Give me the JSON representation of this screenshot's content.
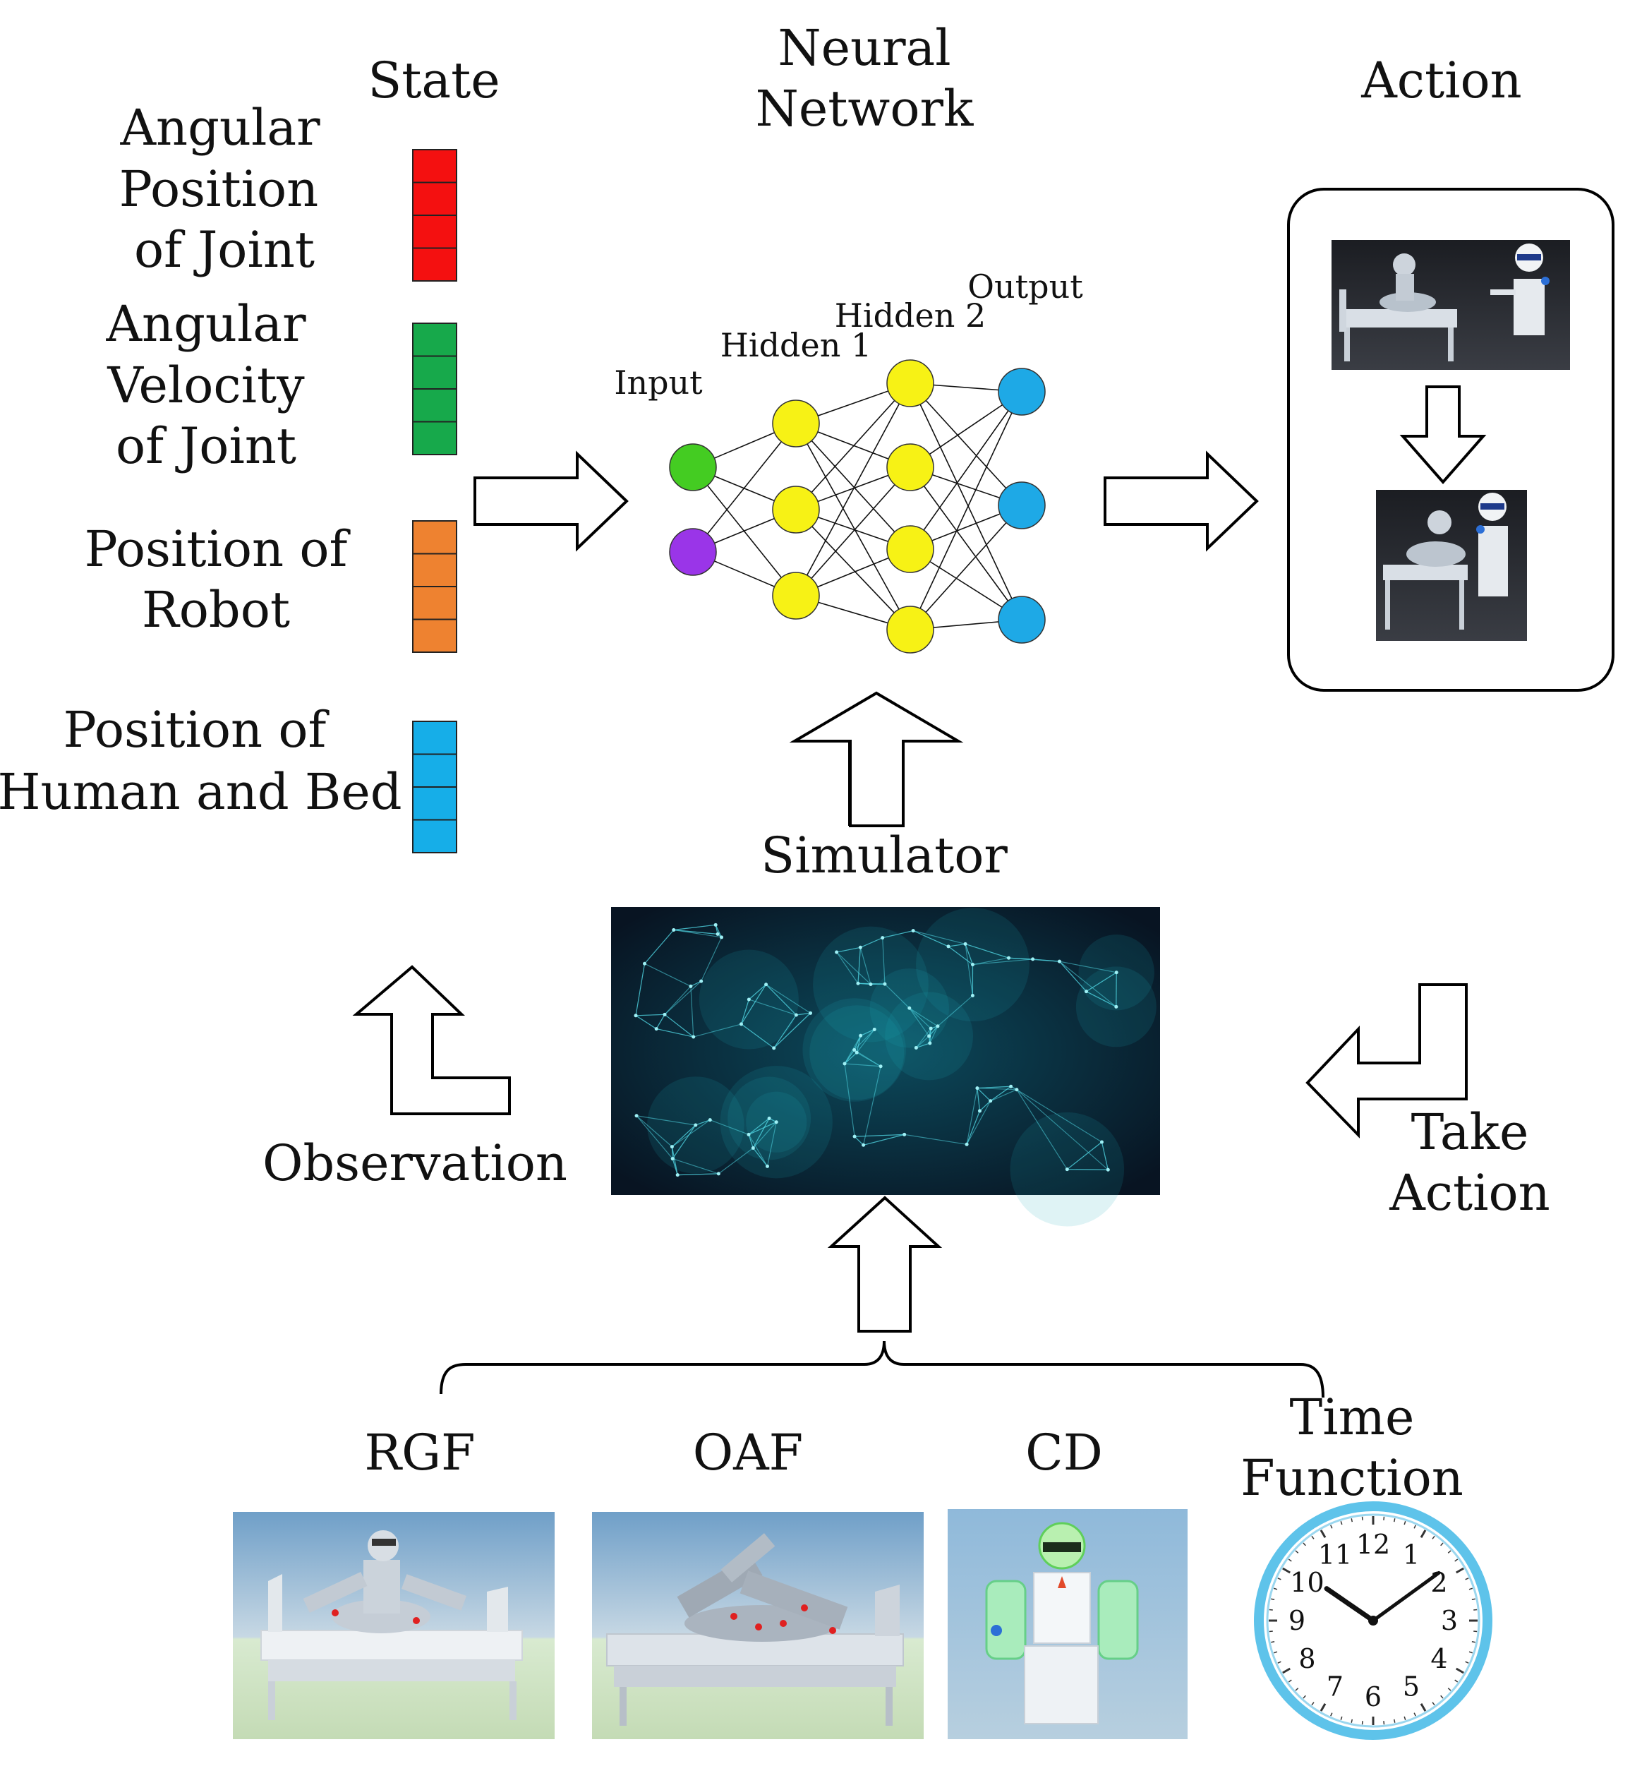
{
  "state": {
    "title": "State",
    "groups": [
      {
        "label_lines": [
          "Angular",
          "Position",
          "of Joint"
        ],
        "color": "#f41010"
      },
      {
        "label_lines": [
          "Angular",
          "Velocity",
          "of Joint"
        ],
        "color": "#17a94b"
      },
      {
        "label_lines": [
          "Position of",
          "Robot"
        ],
        "color": "#ee8230"
      },
      {
        "label_lines": [
          "Position of",
          "Human and Bed"
        ],
        "color": "#16aee8"
      }
    ]
  },
  "network": {
    "title_lines": [
      "Neural",
      "Network"
    ],
    "layers": [
      {
        "label": "Input",
        "nodes": 2,
        "colors": [
          "#44cc22",
          "#9a35e8"
        ]
      },
      {
        "label": "Hidden 1",
        "nodes": 3,
        "colors": [
          "#f7f215"
        ]
      },
      {
        "label": "Hidden 2",
        "nodes": 4,
        "colors": [
          "#f7f215"
        ]
      },
      {
        "label": "Output",
        "nodes": 3,
        "colors": [
          "#1ea9e6"
        ]
      }
    ]
  },
  "action": {
    "title": "Action"
  },
  "simulator": {
    "label": "Simulator"
  },
  "observation": {
    "label": "Observation"
  },
  "take_action": {
    "label_lines": [
      "Take",
      "Action"
    ]
  },
  "reward_functions": [
    {
      "label_lines": [
        "RGF"
      ]
    },
    {
      "label_lines": [
        "OAF"
      ]
    },
    {
      "label_lines": [
        "CD"
      ]
    },
    {
      "label_lines": [
        "Time",
        "Function"
      ]
    }
  ],
  "clock": {
    "numerals": [
      "12",
      "1",
      "2",
      "3",
      "4",
      "5",
      "6",
      "7",
      "8",
      "9",
      "10",
      "11"
    ],
    "rim_color": "#5ec3ea"
  }
}
